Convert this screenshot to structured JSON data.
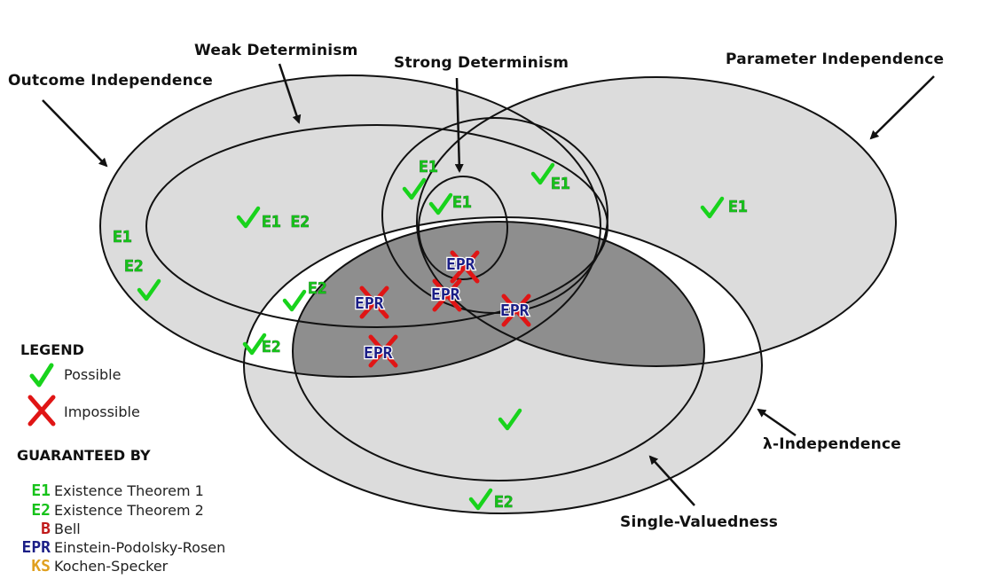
{
  "region_labels": {
    "outcome_independence": "Outcome Independence",
    "weak_determinism": "Weak Determinism",
    "strong_determinism": "Strong Determinism",
    "parameter_independence": "Parameter Independence",
    "lambda_independence": "λ-Independence",
    "single_valuedness": "Single-Valuedness"
  },
  "tags": {
    "e1": "E1",
    "e2": "E2",
    "e1e2": "E1 E2",
    "epr": "EPR"
  },
  "legend": {
    "title": "LEGEND",
    "possible": "Possible",
    "impossible": "Impossible"
  },
  "guaranteed_by": {
    "title": "GUARANTEED BY",
    "items": [
      {
        "code": "E1",
        "name": "Existence Theorem 1",
        "color": "#16c21a"
      },
      {
        "code": "E2",
        "name": "Existence Theorem 2",
        "color": "#16c21a"
      },
      {
        "code": "B",
        "name": "Bell",
        "color": "#c01818"
      },
      {
        "code": "EPR",
        "name": "Einstein-Podolsky-Rosen",
        "color": "#1b1e86"
      },
      {
        "code": "KS",
        "name": "Kochen-Specker",
        "color": "#e0a020"
      }
    ]
  },
  "colors": {
    "region_fill": "#dcdcdc",
    "impossible_fill": "#8e8e8e",
    "outline": "#111111",
    "check": "#18d31c",
    "cross": "#e01515"
  },
  "icons": {
    "possible": "check-mark-icon",
    "impossible": "cross-mark-icon",
    "pointer": "arrow-icon"
  }
}
